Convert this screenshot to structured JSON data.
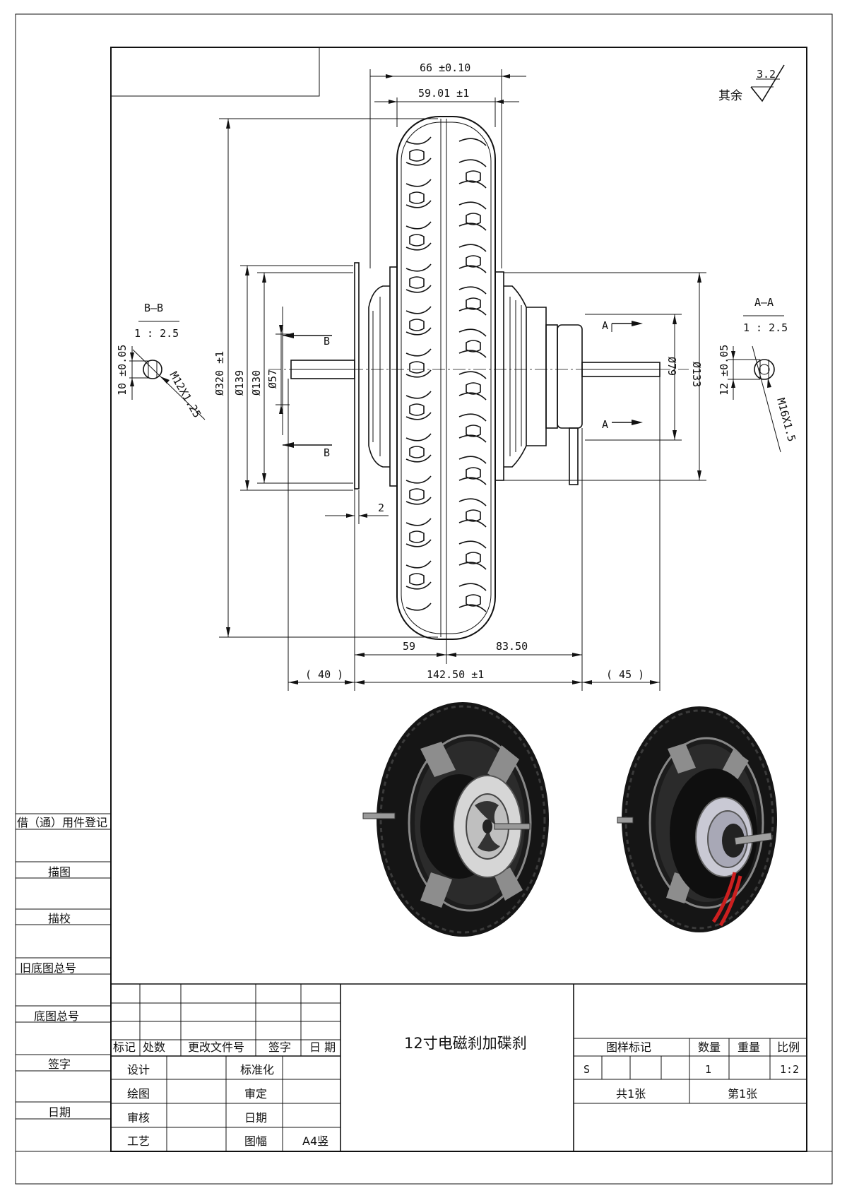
{
  "drawing": {
    "title": "12寸电磁刹加碟刹",
    "surface_finish": {
      "prefix": "其余",
      "value": "3.2"
    }
  },
  "dimensions": {
    "top_width": "66 ±0.10",
    "inner_width": "59.01 ±1",
    "tire_dia": "Ø320 ±1",
    "d139": "Ø139",
    "d130": "Ø130",
    "d57": "Ø57",
    "d79": "Ø79",
    "d133": "Ø133",
    "gap": "2",
    "left_len": "59",
    "right_len": "83.50",
    "total": "142.50 ±1",
    "left_ext": "( 40 )",
    "right_ext": "( 45 )"
  },
  "sections": {
    "bb": {
      "title": "B—B",
      "scale": "1 : 2.5",
      "flat": "10 ±0.05",
      "thread": "M12X1.25"
    },
    "aa": {
      "title": "A—A",
      "scale": "1 : 2.5",
      "flat": "12 ±0.05",
      "thread": "M16X1.5"
    },
    "arrow_b": "B",
    "arrow_a": "A"
  },
  "left_register": [
    "借（通）用件登记",
    "描图",
    "描校",
    "旧底图总号",
    "底图总号",
    "签字",
    "日期"
  ],
  "revision_headers": [
    "标记",
    "处数",
    "更改文件号",
    "签字",
    "日 期"
  ],
  "approval_rows": [
    {
      "left": "设计",
      "right": "标准化"
    },
    {
      "left": "绘图",
      "right": "审定"
    },
    {
      "left": "审核",
      "right": "日期"
    },
    {
      "left": "工艺",
      "right": "图幅",
      "extra": "A4竖"
    }
  ],
  "right_block": {
    "headers": [
      "图样标记",
      "数量",
      "重量",
      "比例"
    ],
    "stage": "S",
    "quantity": "1",
    "scale": "1:2",
    "sheets_total": "共1张",
    "sheet_no": "第1张"
  }
}
